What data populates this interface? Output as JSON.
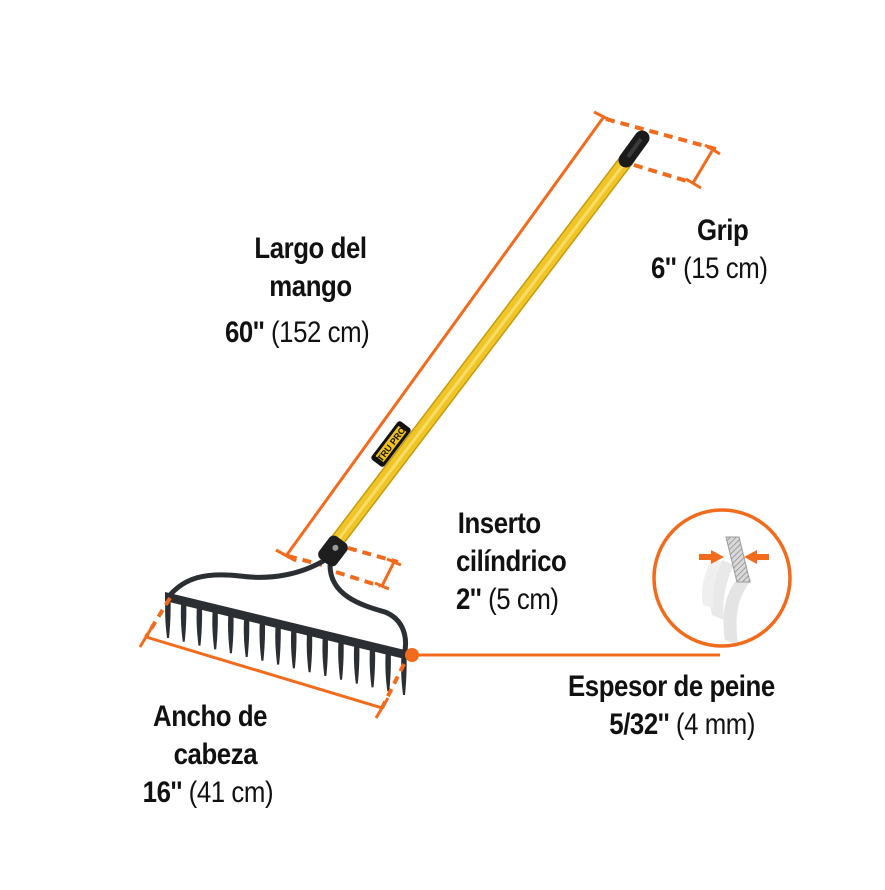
{
  "product": {
    "type": "rake",
    "brand_mark": "TRU PRO"
  },
  "colors": {
    "accent_orange": "#F26B1D",
    "handle_yellow": "#F2C21B",
    "head_black": "#2B2F33",
    "text": "#111111",
    "background": "#FFFFFF"
  },
  "labels": {
    "handle_length": {
      "title_line1": "Largo del",
      "title_line2": "mango",
      "value_imperial": "60''",
      "value_metric": "(152 cm)"
    },
    "grip": {
      "title": "Grip",
      "value_imperial": "6''",
      "value_metric": "(15 cm)"
    },
    "insert": {
      "title_line1": "Inserto",
      "title_line2": "cilíndrico",
      "value_imperial": "2''",
      "value_metric": "(5 cm)"
    },
    "head_width": {
      "title_line1": "Ancho de",
      "title_line2": "cabeza",
      "value_imperial": "16''",
      "value_metric": "(41 cm)"
    },
    "tine_thickness": {
      "title": "Espesor de peine",
      "value_imperial": "5/32''",
      "value_metric": "(4 mm)"
    }
  },
  "head": {
    "tine_count": 16
  }
}
